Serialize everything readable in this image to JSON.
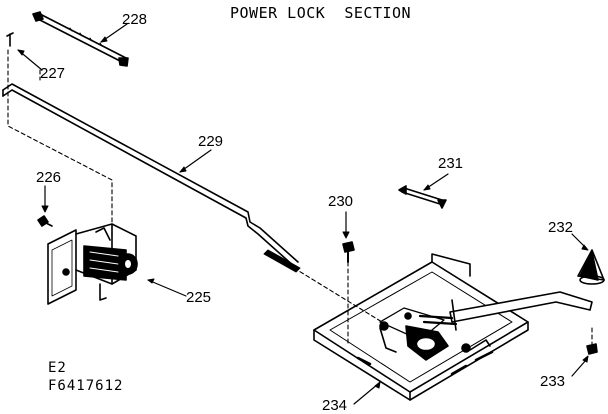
{
  "title": "POWER LOCK  SECTION",
  "parts": {
    "p225": "225",
    "p226": "226",
    "p227": "227",
    "p228": "228",
    "p229": "229",
    "p230": "230",
    "p231": "231",
    "p232": "232",
    "p233": "233",
    "p234": "234"
  },
  "footer": {
    "line1": "E2",
    "line2": "F6417612"
  }
}
